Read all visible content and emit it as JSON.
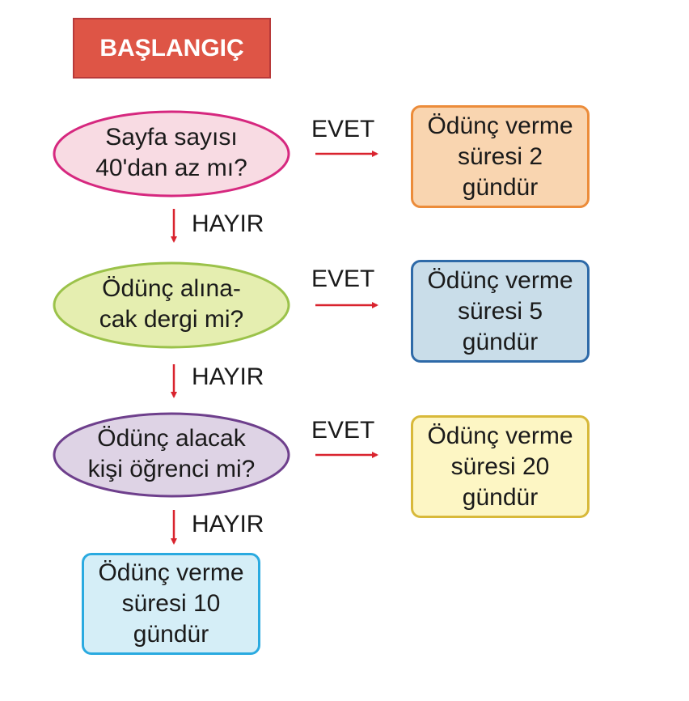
{
  "start": {
    "label": "BAŞLANGIÇ"
  },
  "decisions": [
    {
      "line1": "Sayfa sayısı",
      "line2": "40'dan az mı?",
      "fill": "#f8dbe3",
      "stroke": "#d6287f"
    },
    {
      "line1": "Ödünç alına-",
      "line2": "cak dergi mi?",
      "fill": "#e5eeb0",
      "stroke": "#9bc24a"
    },
    {
      "line1": "Ödünç alacak",
      "line2": "kişi öğrenci mi?",
      "fill": "#ded3e5",
      "stroke": "#6e3f8c"
    }
  ],
  "results": [
    {
      "text": "Ödünç verme\nsüresi 2\ngündür",
      "fill": "#f9d5b0",
      "stroke": "#ec8c3a"
    },
    {
      "text": "Ödünç verme\nsüresi 5\ngündür",
      "fill": "#c9dde9",
      "stroke": "#2e6aa8"
    },
    {
      "text": "Ödünç verme\nsüresi 20\ngündür",
      "fill": "#fdf6c4",
      "stroke": "#d8b93a"
    },
    {
      "text": "Ödünç verme\nsüresi 10\ngündür",
      "fill": "#d5eef7",
      "stroke": "#2aaae0"
    }
  ],
  "labels": {
    "yes": "EVET",
    "no": "HAYIR"
  },
  "arrow_color": "#d9232e"
}
